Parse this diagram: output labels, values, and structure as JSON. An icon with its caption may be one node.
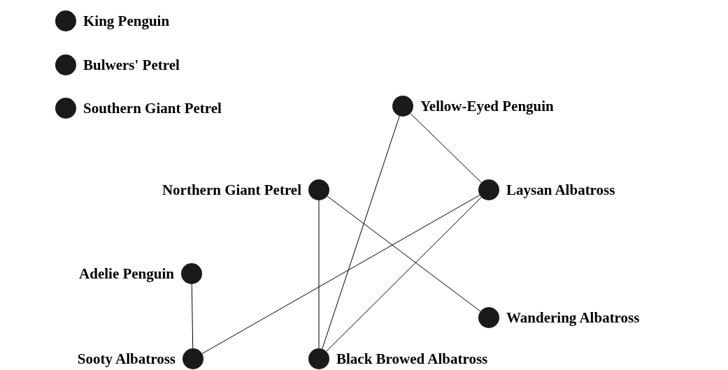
{
  "diagram": {
    "nodes": [
      {
        "text": [],
        "shape": "circle",
        "beside": [
          "King Penguin"
        ]
      },
      {
        "text": [],
        "shape": "circle",
        "beside": [
          "Bulwers' Petrel"
        ]
      },
      {
        "text": [],
        "shape": "circle",
        "beside": [
          "Southern Giant Petrel"
        ]
      },
      {
        "text": [],
        "shape": "circle",
        "beside": [
          "Yellow-Eyed Penguin"
        ]
      },
      {
        "text": [],
        "shape": "circle",
        "beside": [
          "Northern Giant Petrel"
        ]
      },
      {
        "text": [],
        "shape": "circle",
        "beside": [
          "Laysan Albatross"
        ]
      },
      {
        "text": [],
        "shape": "circle",
        "beside": [
          "Adelie Penguin"
        ]
      },
      {
        "text": [],
        "shape": "circle",
        "beside": [
          "Wandering Albatross"
        ]
      },
      {
        "text": [],
        "shape": "circle",
        "beside": [
          "Sooty Albatross"
        ]
      },
      {
        "text": [],
        "shape": "circle",
        "beside": [
          "Black Browed Albatross"
        ]
      }
    ],
    "edges": [
      {
        "from": 3,
        "to": 5,
        "arrow": "none"
      },
      {
        "from": 3,
        "to": 9,
        "arrow": "none"
      },
      {
        "from": 4,
        "to": 9,
        "arrow": "none"
      },
      {
        "from": 4,
        "to": 7,
        "arrow": "none"
      },
      {
        "from": 5,
        "to": 8,
        "arrow": "none"
      },
      {
        "from": 5,
        "to": 9,
        "arrow": "none"
      },
      {
        "from": 6,
        "to": 8,
        "arrow": "none"
      }
    ]
  }
}
